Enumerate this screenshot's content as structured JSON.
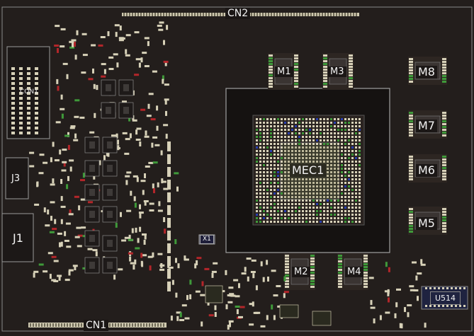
{
  "board": {
    "labels": {
      "cn2": "CN2",
      "cn1": "CN1",
      "con1": "CON1",
      "j3": "J3",
      "j1": "J1",
      "x1": "X1",
      "mec1": "MEC1",
      "m1": "M1",
      "m3": "M3",
      "m2": "M2",
      "m4": "M4",
      "m8": "M8",
      "m7": "M7",
      "m6": "M6",
      "m5": "M5",
      "u514": "U514"
    },
    "colors": {
      "background": "#231e1c",
      "outline": "#8a8a8a",
      "pad": "#d7d1b8",
      "pad_green": "#3f9a3a",
      "pad_blue": "#2a3fb0",
      "pad_red": "#b3262a",
      "mosfet_body": "#8a8a8a"
    }
  }
}
